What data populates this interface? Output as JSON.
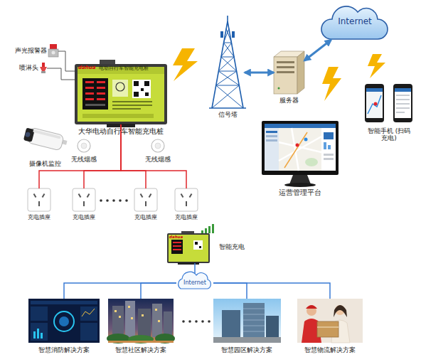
{
  "diagram": {
    "nodes": [
      {
        "text": [
          "声光报警器"
        ]
      },
      {
        "text": [
          "喷淋头"
        ]
      },
      {
        "text": [
          "dahua",
          "电动自行车智能充电桩",
          "大华电动自行车智能充电桩"
        ]
      },
      {
        "text": [
          "信号塔"
        ]
      },
      {
        "text": [
          "服务器"
        ]
      },
      {
        "text": [
          "Internet"
        ]
      },
      {
        "text": [
          "智能手机 (扫码充电)"
        ]
      },
      {
        "text": [
          "摄像机监控"
        ]
      },
      {
        "text": [
          "无线烟感"
        ]
      },
      {
        "text": [
          "无线烟感"
        ]
      },
      {
        "text": [
          "运营管理平台"
        ]
      },
      {
        "text": [
          "充电插座"
        ]
      },
      {
        "text": [
          "充电插座"
        ]
      },
      {
        "text": [
          "充电插座"
        ]
      },
      {
        "text": [
          "充电插座"
        ]
      },
      {
        "text": [
          "dahua",
          "智能充电"
        ]
      },
      {
        "text": [
          "Internet"
        ]
      },
      {
        "text": [
          "智慧消防解决方案"
        ]
      },
      {
        "text": [
          "智慧社区解决方案"
        ]
      },
      {
        "text": [
          "智慧园区解决方案"
        ]
      },
      {
        "text": [
          "智慧物流解决方案"
        ]
      }
    ],
    "edges": [
      {
        "from": 0,
        "to": 2,
        "arrow": "none"
      },
      {
        "from": 1,
        "to": 2,
        "arrow": "none"
      },
      {
        "from": 2,
        "to": 11,
        "arrow": "none"
      },
      {
        "from": 2,
        "to": 12,
        "arrow": "none"
      },
      {
        "from": 2,
        "to": 13,
        "arrow": "none"
      },
      {
        "from": 2,
        "to": 14,
        "arrow": "none"
      },
      {
        "from": 3,
        "to": 4,
        "arrow": "both"
      },
      {
        "from": 4,
        "to": 5,
        "arrow": "both"
      },
      {
        "from": 15,
        "to": 16,
        "arrow": "none"
      },
      {
        "from": 16,
        "to": 17,
        "arrow": "none"
      },
      {
        "from": 16,
        "to": 18,
        "arrow": "none"
      },
      {
        "from": 16,
        "to": 19,
        "arrow": "none"
      },
      {
        "from": 16,
        "to": 20,
        "arrow": "none"
      }
    ]
  }
}
